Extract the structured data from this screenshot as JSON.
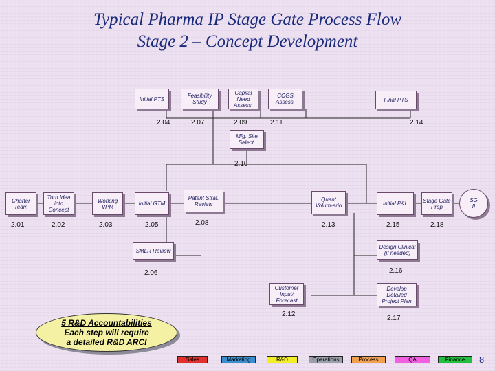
{
  "title": {
    "line1": "Typical Pharma IP Stage Gate Process Flow",
    "line2": "Stage 2 – Concept Development"
  },
  "steps": {
    "initial_pts": {
      "label": "Initial PTS",
      "num": "2.04"
    },
    "feasibility": {
      "label": "Feasibility Study",
      "num": "2.07"
    },
    "capital_need": {
      "label": "Capital Need Assess.",
      "num": "2.09"
    },
    "cogs": {
      "label": "COGS Assess.",
      "num": "2.11"
    },
    "final_pts": {
      "label": "Final PTS",
      "num": "2.14"
    },
    "mfg_site": {
      "label": "Mfg. Site Select.",
      "num": "2.10"
    },
    "charter_team": {
      "label": "Charter Team",
      "num": "2.01"
    },
    "turn_idea": {
      "label": "Turn Idea into Concept",
      "num": "2.02"
    },
    "working_vpm": {
      "label": "Working VPM",
      "num": "2.03"
    },
    "initial_gtm": {
      "label": "Initial GTM",
      "num": "2.05"
    },
    "patent_strat": {
      "label": "Patent Strat. Review",
      "num": "2.08"
    },
    "quant_volume": {
      "label": "Quant Volum-ario",
      "num": "2.13"
    },
    "initial_pl": {
      "label": "Initial P&L",
      "num": "2.15"
    },
    "stage_gate_prep": {
      "label": "Stage Gate Prep",
      "num": "2.18"
    },
    "sg_ii": {
      "label": "SG II"
    },
    "smlr_review": {
      "label": "SMLR Review",
      "num": "2.06"
    },
    "design_clinical": {
      "label": "Design Clinical (if needed)",
      "num": "2.16"
    },
    "customer_input": {
      "label": "Customer Input/ Forecast",
      "num": "2.12"
    },
    "develop_plan": {
      "label": "Develop Detailed Project Plan",
      "num": "2.17"
    }
  },
  "callout": {
    "line1": "5 R&D Accountabilities",
    "line2": "Each step will require",
    "line3": "a detailed R&D ARCI"
  },
  "legend": [
    {
      "label": "Sales",
      "color": "#e03030"
    },
    {
      "label": "Marketing",
      "color": "#3a8fd0"
    },
    {
      "label": "R&D",
      "color": "#f2ee2a"
    },
    {
      "label": "Operations",
      "color": "#9aa0aa"
    },
    {
      "label": "Process",
      "color": "#f0a050"
    },
    {
      "label": "QA",
      "color": "#f060e0"
    },
    {
      "label": "Finance",
      "color": "#22c040"
    }
  ],
  "page_number": "8"
}
